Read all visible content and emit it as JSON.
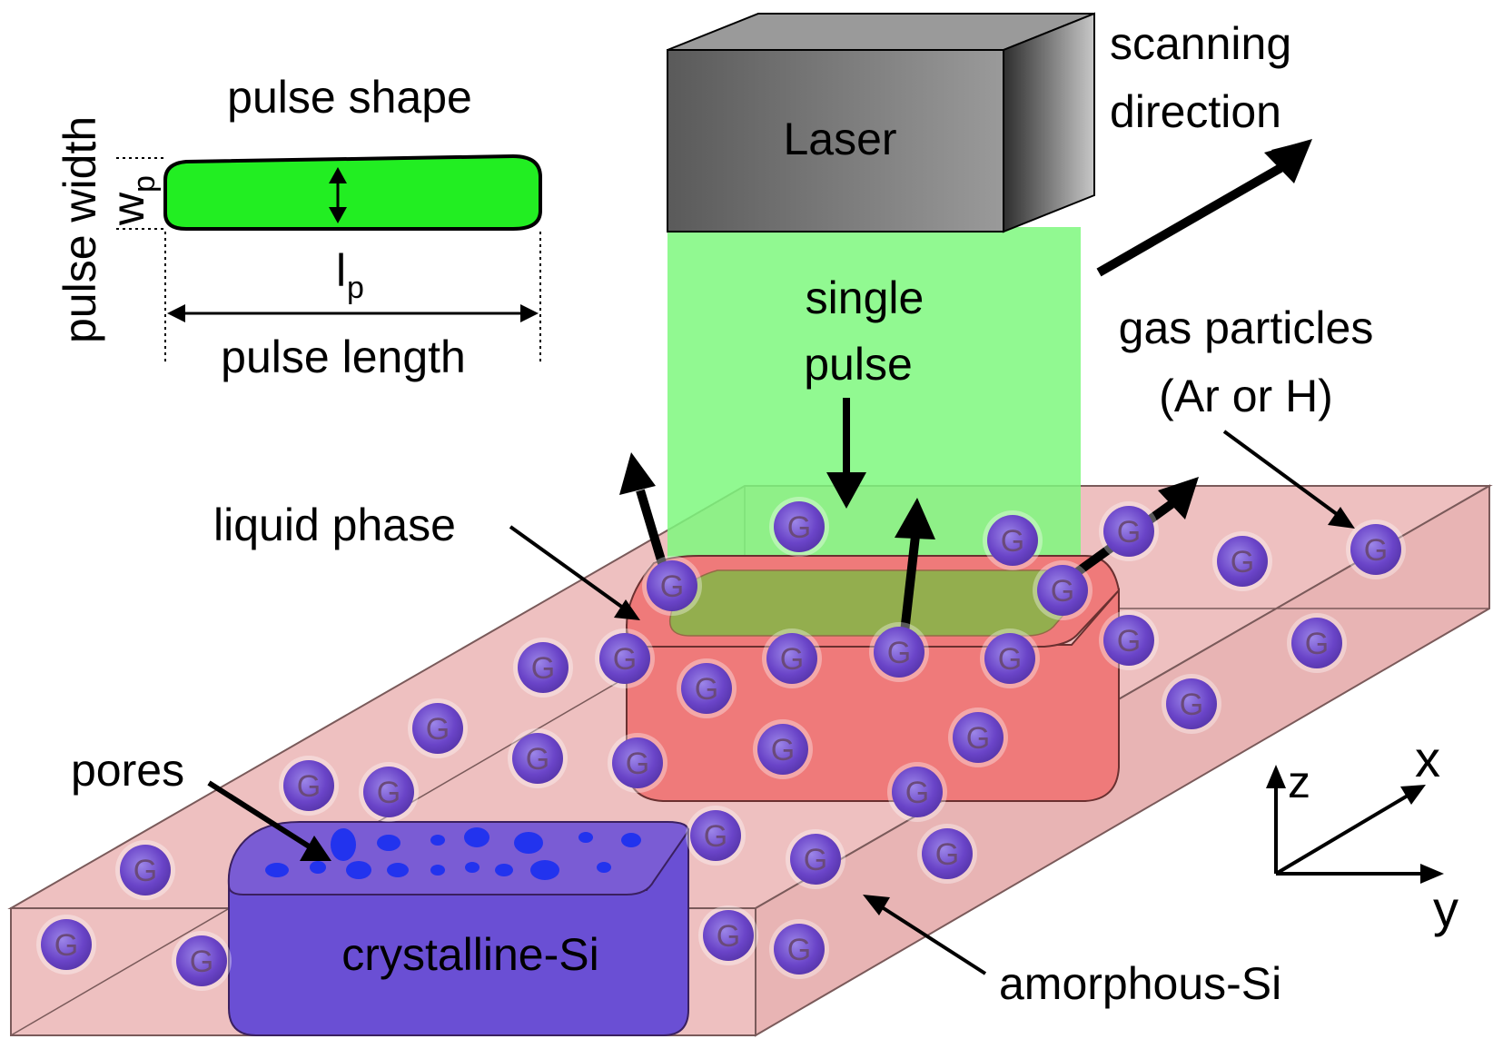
{
  "pulse_inset": {
    "title": "pulse shape",
    "width_axis_label": "pulse width",
    "width_symbol": "w",
    "width_subscript": "p",
    "length_symbol": "l",
    "length_subscript": "p",
    "length_label": "pulse length"
  },
  "laser": {
    "label": "Laser",
    "beam_label_line1": "single",
    "beam_label_line2": "pulse"
  },
  "scanning": {
    "line1": "scanning",
    "line2": "direction"
  },
  "gas": {
    "line1": "gas particles",
    "line2": "(Ar or H)",
    "particle_symbol": "G"
  },
  "labels": {
    "liquid_phase": "liquid phase",
    "pores": "pores",
    "crystalline": "crystalline-Si",
    "amorphous": "amorphous-Si"
  },
  "axes": {
    "z": "z",
    "x": "x",
    "y": "y"
  },
  "colors": {
    "beam": "#7ef87e",
    "pulse_fill": "#22ee22",
    "amorphous_slab": "#eec0c0",
    "liquid_region": "#ef7a7a",
    "crystalline_block": "#6a4fd4",
    "pores": "#2233ee",
    "particle": "#6a44c8"
  }
}
